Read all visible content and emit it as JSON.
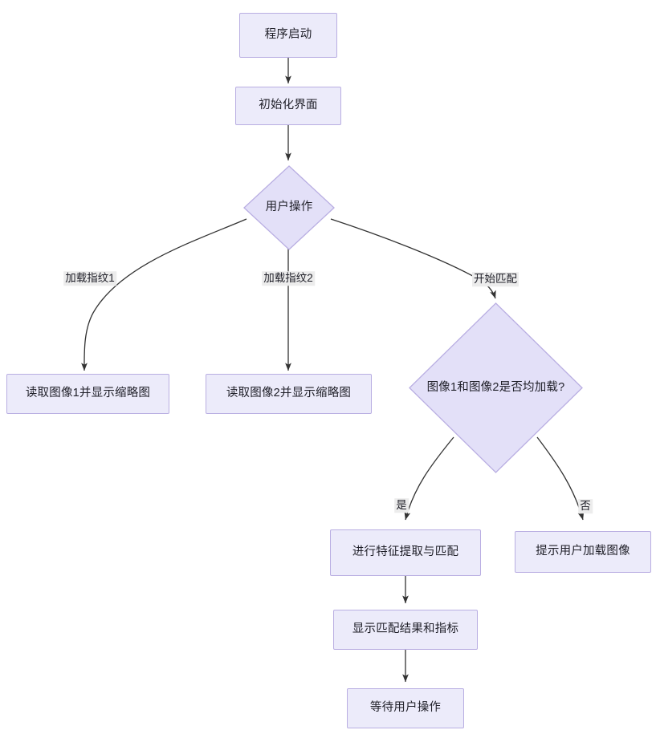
{
  "diagram": {
    "type": "flowchart",
    "direction": "top-down",
    "theme": {
      "node_fill": "#ecebfa",
      "node_stroke": "#b9aee2",
      "edge_stroke": "#333333",
      "edge_label_bg": "#ececec",
      "text_color": "#1f1f28",
      "background": "#ffffff"
    },
    "nodes": [
      {
        "id": "start",
        "shape": "rect",
        "label": "程序启动"
      },
      {
        "id": "init",
        "shape": "rect",
        "label": "初始化界面"
      },
      {
        "id": "user_action",
        "shape": "diamond",
        "label": "用户操作"
      },
      {
        "id": "read_img1",
        "shape": "rect",
        "label": "读取图像1并显示缩略图"
      },
      {
        "id": "read_img2",
        "shape": "rect",
        "label": "读取图像2并显示缩略图"
      },
      {
        "id": "both_loaded",
        "shape": "diamond",
        "label": "图像1和图像2是否均加载?"
      },
      {
        "id": "extract",
        "shape": "rect",
        "label": "进行特征提取与匹配"
      },
      {
        "id": "prompt_load",
        "shape": "rect",
        "label": "提示用户加载图像"
      },
      {
        "id": "show_result",
        "shape": "rect",
        "label": "显示匹配结果和指标"
      },
      {
        "id": "wait",
        "shape": "rect",
        "label": "等待用户操作"
      }
    ],
    "edges": [
      {
        "id": "e1",
        "from": "start",
        "to": "init",
        "label": ""
      },
      {
        "id": "e2",
        "from": "init",
        "to": "user_action",
        "label": ""
      },
      {
        "id": "e3",
        "from": "user_action",
        "to": "read_img1",
        "label": "加载指纹1"
      },
      {
        "id": "e4",
        "from": "user_action",
        "to": "read_img2",
        "label": "加载指纹2"
      },
      {
        "id": "e5",
        "from": "user_action",
        "to": "both_loaded",
        "label": "开始匹配"
      },
      {
        "id": "e6",
        "from": "both_loaded",
        "to": "extract",
        "label": "是"
      },
      {
        "id": "e7",
        "from": "both_loaded",
        "to": "prompt_load",
        "label": "否"
      },
      {
        "id": "e8",
        "from": "extract",
        "to": "show_result",
        "label": ""
      },
      {
        "id": "e9",
        "from": "show_result",
        "to": "wait",
        "label": ""
      }
    ]
  }
}
